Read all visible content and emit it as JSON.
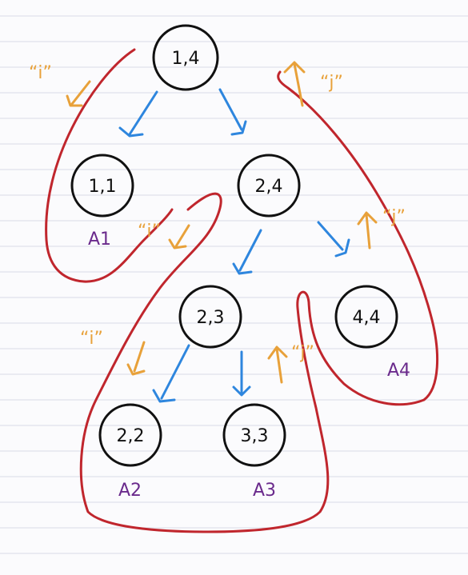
{
  "nodes": [
    {
      "id": "n14",
      "label": "1,4"
    },
    {
      "id": "n11",
      "label": "1,1"
    },
    {
      "id": "n24",
      "label": "2,4"
    },
    {
      "id": "n23",
      "label": "2,3"
    },
    {
      "id": "n44",
      "label": "4,4"
    },
    {
      "id": "n22",
      "label": "2,2"
    },
    {
      "id": "n33",
      "label": "3,3"
    }
  ],
  "set_labels": [
    "A1",
    "A2",
    "A3",
    "A4"
  ],
  "marks": {
    "i": "“i”",
    "j": "“j”"
  },
  "colors": {
    "ink": "#111111",
    "tree_arrow": "#2e86de",
    "mark": "#e8a13a",
    "region": "#c0262d",
    "set_label": "#6a2a8c",
    "ruled_line": "#d9dbe6"
  }
}
